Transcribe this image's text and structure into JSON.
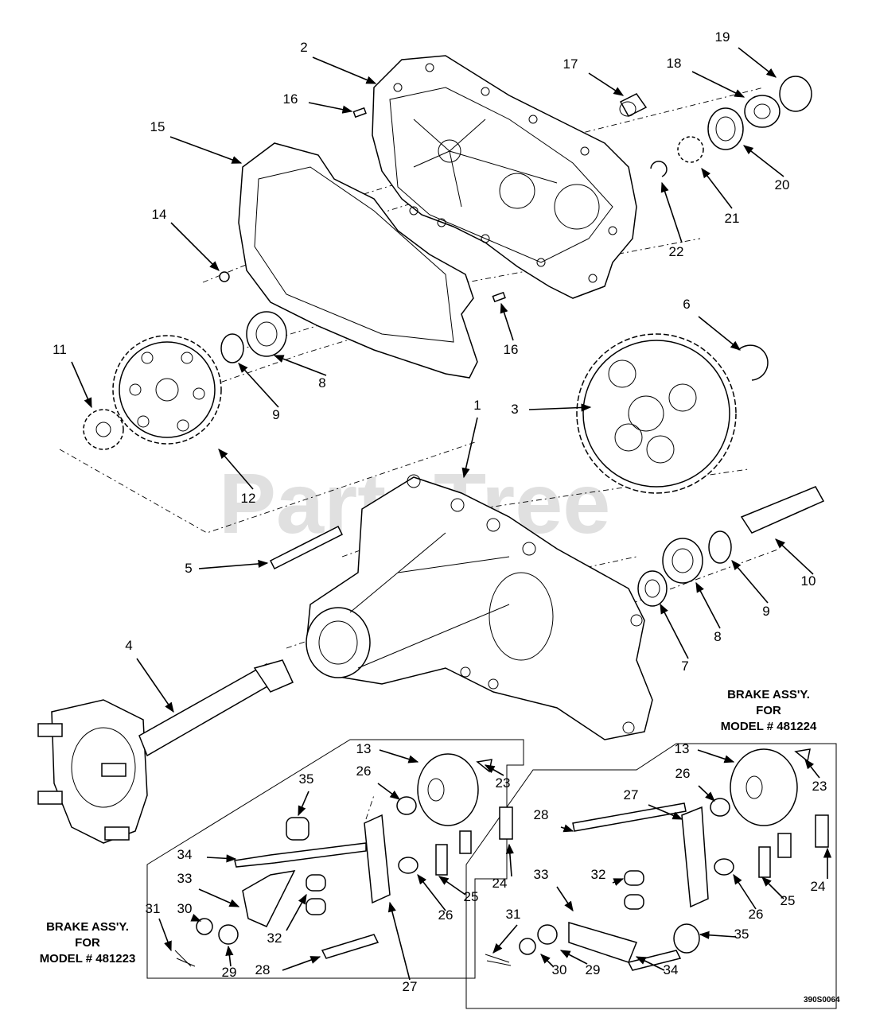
{
  "watermark": "PartsTree",
  "drawing_code": "390S0064",
  "brake_captions": {
    "right": [
      "BRAKE ASS'Y.",
      "FOR",
      "MODEL # 481224"
    ],
    "left": [
      "BRAKE ASS'Y.",
      "FOR",
      "MODEL # 481223"
    ]
  },
  "callouts": [
    {
      "n": "1"
    },
    {
      "n": "2"
    },
    {
      "n": "3"
    },
    {
      "n": "4"
    },
    {
      "n": "5"
    },
    {
      "n": "6"
    },
    {
      "n": "7"
    },
    {
      "n": "8"
    },
    {
      "n": "8"
    },
    {
      "n": "9"
    },
    {
      "n": "9"
    },
    {
      "n": "10"
    },
    {
      "n": "11"
    },
    {
      "n": "12"
    },
    {
      "n": "13"
    },
    {
      "n": "13"
    },
    {
      "n": "14"
    },
    {
      "n": "15"
    },
    {
      "n": "16"
    },
    {
      "n": "16"
    },
    {
      "n": "17"
    },
    {
      "n": "18"
    },
    {
      "n": "19"
    },
    {
      "n": "20"
    },
    {
      "n": "21"
    },
    {
      "n": "22"
    },
    {
      "n": "23"
    },
    {
      "n": "23"
    },
    {
      "n": "24"
    },
    {
      "n": "24"
    },
    {
      "n": "25"
    },
    {
      "n": "25"
    },
    {
      "n": "26"
    },
    {
      "n": "26"
    },
    {
      "n": "26"
    },
    {
      "n": "26"
    },
    {
      "n": "27"
    },
    {
      "n": "27"
    },
    {
      "n": "28"
    },
    {
      "n": "28"
    },
    {
      "n": "29"
    },
    {
      "n": "29"
    },
    {
      "n": "30"
    },
    {
      "n": "30"
    },
    {
      "n": "31"
    },
    {
      "n": "31"
    },
    {
      "n": "32"
    },
    {
      "n": "32"
    },
    {
      "n": "33"
    },
    {
      "n": "33"
    },
    {
      "n": "34"
    },
    {
      "n": "34"
    },
    {
      "n": "35"
    },
    {
      "n": "35"
    }
  ]
}
